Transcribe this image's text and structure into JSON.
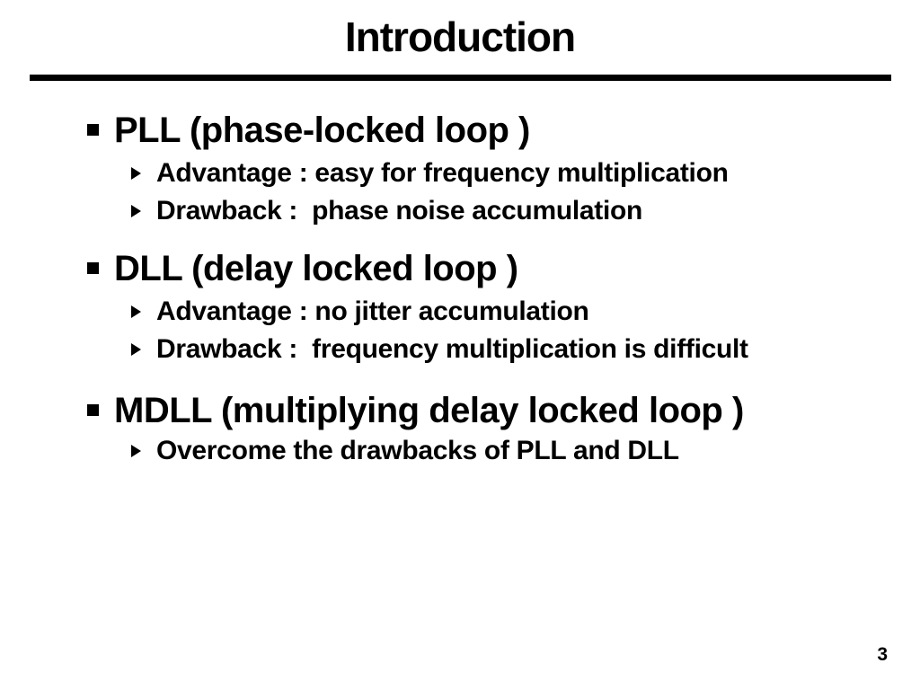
{
  "slide": {
    "title": "Introduction",
    "page_number": "3",
    "colors": {
      "background": "#ffffff",
      "text": "#000000",
      "rule": "#000000"
    },
    "sections": [
      {
        "heading": "PLL (phase-locked loop )",
        "items": [
          "Advantage : easy for frequency multiplication",
          "Drawback :  phase noise accumulation"
        ]
      },
      {
        "heading": "DLL (delay locked loop )",
        "items": [
          "Advantage : no jitter accumulation",
          "Drawback :  frequency multiplication is difficult"
        ]
      },
      {
        "heading": "MDLL (multiplying delay locked loop )",
        "items": [
          "Overcome the drawbacks of PLL and DLL"
        ]
      }
    ]
  }
}
